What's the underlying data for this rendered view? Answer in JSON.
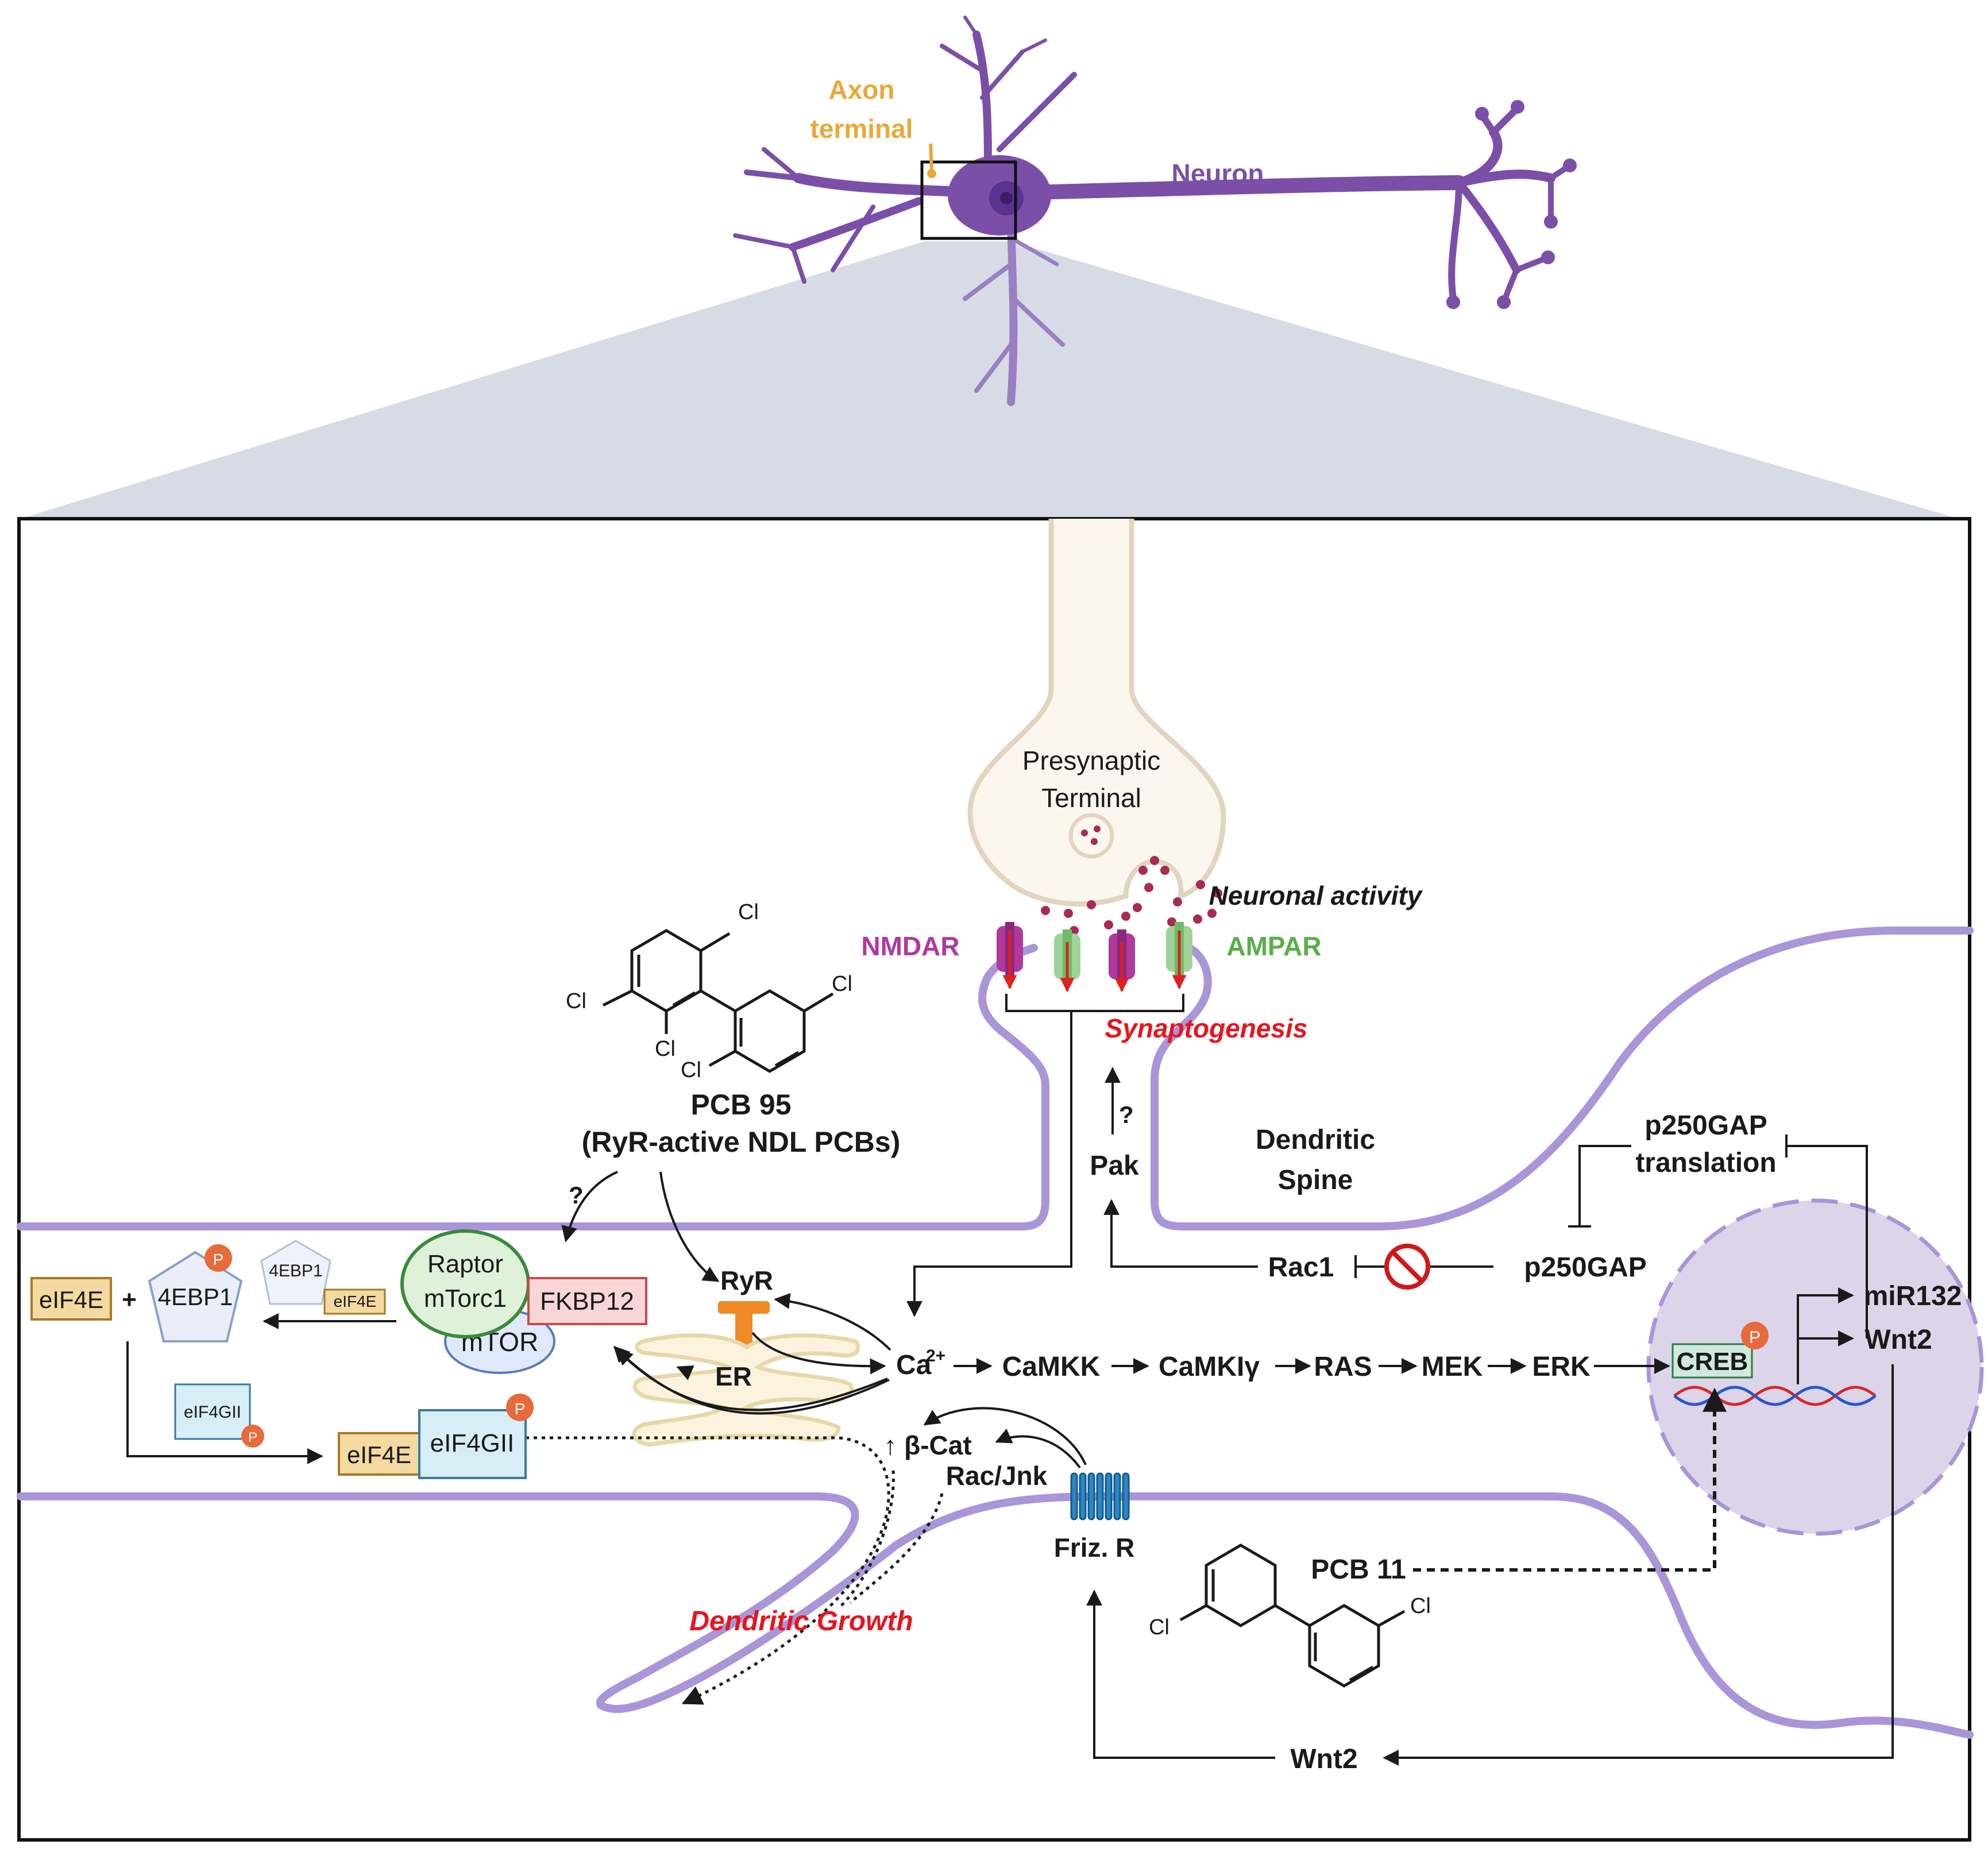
{
  "neuron": {
    "axon_terminal_line1": "Axon",
    "axon_terminal_line2": "terminal",
    "neuron_label": "Neuron"
  },
  "presynaptic": {
    "line1": "Presynaptic",
    "line2": "Terminal",
    "neuronal_activity": "Neuronal activity"
  },
  "receptors": {
    "nmdar": "NMDAR",
    "ampar": "AMPAR",
    "synaptogenesis": "Synaptogenesis"
  },
  "pcb95": {
    "title": "PCB 95",
    "subtitle": "(RyR-active NDL PCBs)",
    "cl_labels": [
      "Cl",
      "Cl",
      "Cl",
      "Cl",
      "Cl"
    ],
    "question": "?"
  },
  "spine": {
    "line1": "Dendritic",
    "line2": "Spine",
    "pak": "Pak",
    "question": "?"
  },
  "pathway": {
    "ryr": "RyR",
    "er": "ER",
    "ca": "Ca",
    "ca_sup": "2+",
    "camkk": "CaMKK",
    "camkig": "CaMKIγ",
    "ras": "RAS",
    "mek": "MEK",
    "erk": "ERK",
    "creb": "CREB",
    "mir132": "miR132",
    "wnt2_nuc": "Wnt2",
    "rac1": "Rac1",
    "p250gap": "p250GAP",
    "p250_trans_line1": "p250GAP",
    "p250_trans_line2": "translation"
  },
  "translation": {
    "eif4e": "eIF4E",
    "plus": "+",
    "ebp1": "4EBP1",
    "ebp1_small": "4EBP1",
    "eif4e_small": "eIF4E",
    "raptor": "Raptor",
    "mtorc1": "mTorc1",
    "fkbp12": "FKBP12",
    "mtor": "mTOR",
    "eif4gii_small": "eIF4GII",
    "eif4e_bottom": "eIF4E",
    "eif4gii": "eIF4GII",
    "p": "P"
  },
  "lower": {
    "bcat": "↑ β-Cat",
    "racjnk": "Rac/Jnk",
    "frizr": "Friz. R",
    "dendritic_growth": "Dendritic Growth",
    "pcb11": "PCB 11",
    "wnt2_bottom": "Wnt2",
    "cl11": [
      "Cl",
      "Cl"
    ]
  },
  "colors": {
    "neuron_purple": "#7b4fa8",
    "membrane": "#a995d8",
    "nmdar": "#b0399c",
    "ampar": "#5aae4a",
    "red_italic": "#e8141e",
    "axon_orange": "#e9a83a",
    "nucleus": "#dcd4e8"
  }
}
